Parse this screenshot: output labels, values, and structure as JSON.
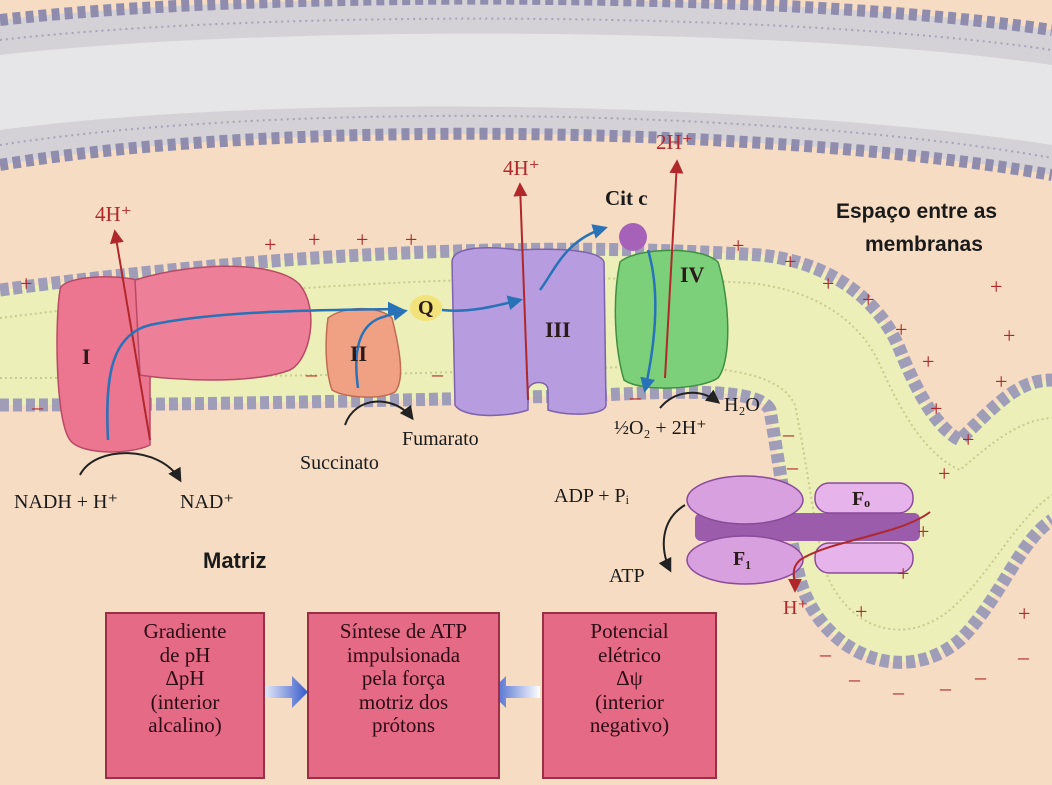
{
  "protons": {
    "complex1": "4H⁺",
    "complex3": "4H⁺",
    "complex4": "2H⁺",
    "atp_synthase": "H⁺"
  },
  "complexes": {
    "c1": "I",
    "c2": "II",
    "q": "Q",
    "c3": "III",
    "c4": "IV",
    "cyt_c": "Cit c",
    "fo": "Fₒ",
    "f1": "F₁"
  },
  "region_labels": {
    "intermembrane_line1": "Espaço entre as",
    "intermembrane_line2": "membranas",
    "matrix": "Matriz"
  },
  "reactions": {
    "nadh": "NADH + H⁺",
    "nad": "NAD⁺",
    "succinate": "Succinato",
    "fumarate": "Fumarato",
    "oxygen": "½O₂ + 2H⁺",
    "water": "H₂O",
    "adp": "ADP + Pᵢ",
    "atp": "ATP"
  },
  "boxes": {
    "left": [
      "Gradiente",
      "de pH",
      "ΔpH",
      "(interior",
      "alcalino)"
    ],
    "center": [
      "Síntese de ATP",
      "impulsionada",
      "pela força",
      "motriz dos",
      "prótons"
    ],
    "right": [
      "Potencial",
      "elétrico",
      "Δψ",
      "(interior",
      "negativo)"
    ]
  },
  "charges": {
    "plus": "+",
    "minus": "–"
  },
  "colors": {
    "background": "#f6dcc3",
    "membrane_head": "#b5b3cc",
    "complex1": "#ec7590",
    "complex2": "#f0a184",
    "complex3": "#b79ce0",
    "complex4": "#7dd07a",
    "atp_synthase": "#d9a0e0",
    "boxes": "#e46a86",
    "arrow_proton": "#b0282c",
    "arrow_electron": "#2872b8"
  }
}
